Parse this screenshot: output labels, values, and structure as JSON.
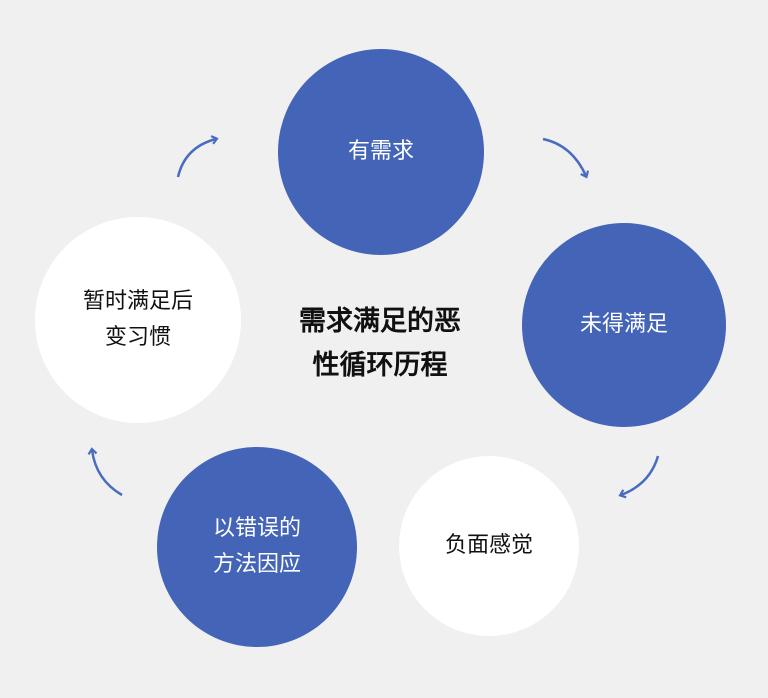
{
  "title": [
    "需求满足的恶",
    "性循环历程"
  ],
  "nodes": [
    {
      "lines": [
        "有需求"
      ],
      "fill": "blue"
    },
    {
      "lines": [
        "未得满足"
      ],
      "fill": "blue"
    },
    {
      "lines": [
        "负面感觉"
      ],
      "fill": "white"
    },
    {
      "lines": [
        "以错误的",
        "方法因应"
      ],
      "fill": "blue"
    },
    {
      "lines": [
        "暂时满足后",
        "变习惯"
      ],
      "fill": "white"
    }
  ],
  "colors": {
    "blue": "#4364b7",
    "background": "#f0f0f0",
    "arrow": "#4a6cc0"
  }
}
